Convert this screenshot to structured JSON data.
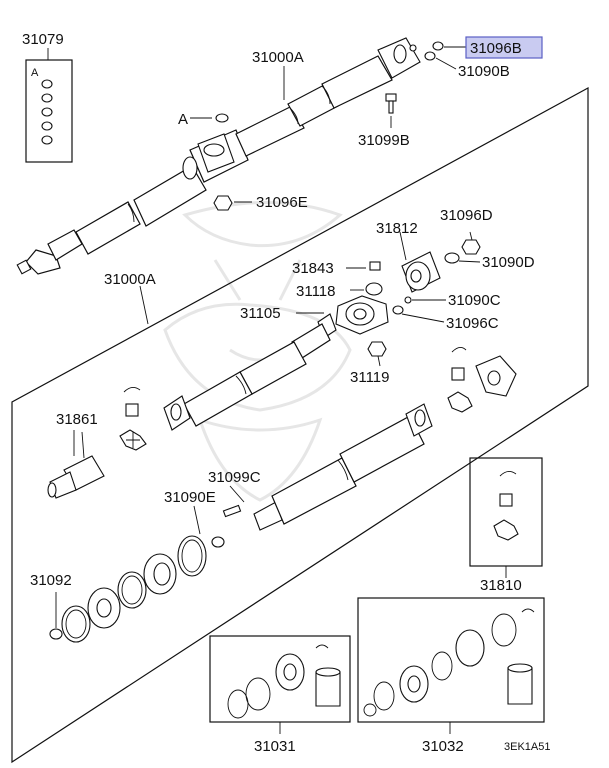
{
  "diagram": {
    "callouts": {
      "p31079": "31079",
      "inset_a": "A",
      "p31000a_top": "31000A",
      "p31096b": "31096B",
      "p31090b": "31090B",
      "a_marker": "A",
      "p31099b": "31099B",
      "p31096e": "31096E",
      "p31812": "31812",
      "p31096d": "31096D",
      "p31843": "31843",
      "p31090d": "31090D",
      "p31000a_mid": "31000A",
      "p31118": "31118",
      "p31105": "31105",
      "p31090c": "31090C",
      "p31096c": "31096C",
      "p31119": "31119",
      "p31861": "31861",
      "p31099c": "31099C",
      "p31090e": "31090E",
      "p31092": "31092",
      "p31810": "31810",
      "p31031": "31031",
      "p31032": "31032"
    },
    "figure_code": "3EK1A51",
    "highlighted_part": "31096B",
    "colors": {
      "highlight_fill": "#c9cbf1",
      "highlight_border": "#5a5fc4",
      "line": "#111111"
    }
  }
}
